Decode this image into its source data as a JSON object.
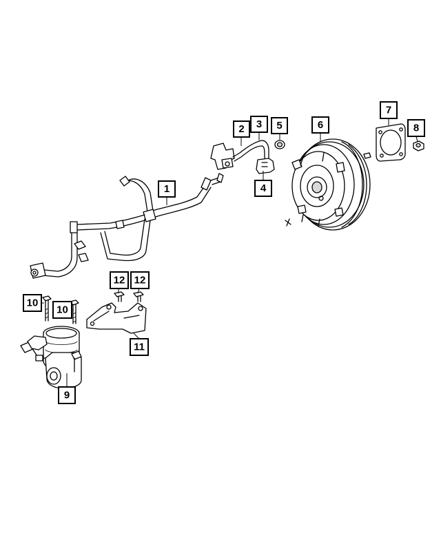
{
  "callouts": [
    {
      "id": "1",
      "label": "1"
    },
    {
      "id": "2",
      "label": "2"
    },
    {
      "id": "3",
      "label": "3"
    },
    {
      "id": "4",
      "label": "4"
    },
    {
      "id": "5",
      "label": "5"
    },
    {
      "id": "6",
      "label": "6"
    },
    {
      "id": "7",
      "label": "7"
    },
    {
      "id": "8",
      "label": "8"
    },
    {
      "id": "9",
      "label": "9"
    },
    {
      "id": "10a",
      "label": "10"
    },
    {
      "id": "10b",
      "label": "10"
    },
    {
      "id": "11",
      "label": "11"
    },
    {
      "id": "12a",
      "label": "12"
    },
    {
      "id": "12b",
      "label": "12"
    }
  ],
  "colors": {
    "line": "#000000",
    "background": "#ffffff"
  }
}
